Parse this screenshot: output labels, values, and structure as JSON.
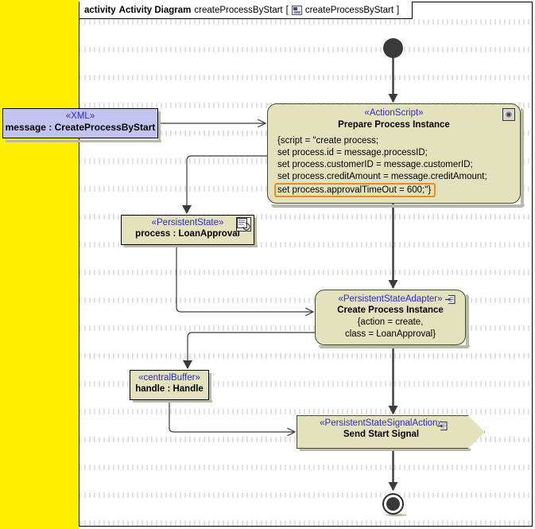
{
  "frame": {
    "keyword": "activity",
    "type_label": "Activity Diagram",
    "name": "createProcessByStart",
    "bracket_open": "[",
    "icon": "diagram-icon",
    "qualified_name": "createProcessByStart",
    "bracket_close": "]"
  },
  "canvas": {
    "background": "#ffffff",
    "band_color": "#ffef00",
    "node_fill": "#e3e2bd",
    "object_fill": "#c3c3f0",
    "stereotype_color": "#2c2ccc",
    "highlight_color": "#f08a1c",
    "node_border": "#4a4a32"
  },
  "nodes": {
    "initial": {
      "name": "initial-node"
    },
    "final": {
      "name": "activity-final-node"
    },
    "message_object": {
      "stereotype": "«XML»",
      "label": "message : CreateProcessByStart"
    },
    "prepare_action": {
      "stereotype": "«ActionScript»",
      "name": "Prepare Process Instance",
      "body": [
        "{script = \"create process;",
        "set process.id = message.processID;",
        "set process.customerID = message.customerID;",
        "set process.creditAmount = message.creditAmount;"
      ],
      "highlighted_line": "set process.approvalTimeOut = 600;\"}"
    },
    "process_object": {
      "stereotype": "«PersistentState»",
      "label": "process : LoanApproval"
    },
    "create_action": {
      "stereotype": "«PersistentStateAdapter»",
      "name": "Create Process Instance",
      "body": [
        "{action = create,",
        "class = LoanApproval}"
      ]
    },
    "handle_object": {
      "stereotype": "«centralBuffer»",
      "label": "handle : Handle"
    },
    "signal_action": {
      "stereotype": "«PersistentStateSignalAction»",
      "name": "Send Start Signal"
    }
  }
}
